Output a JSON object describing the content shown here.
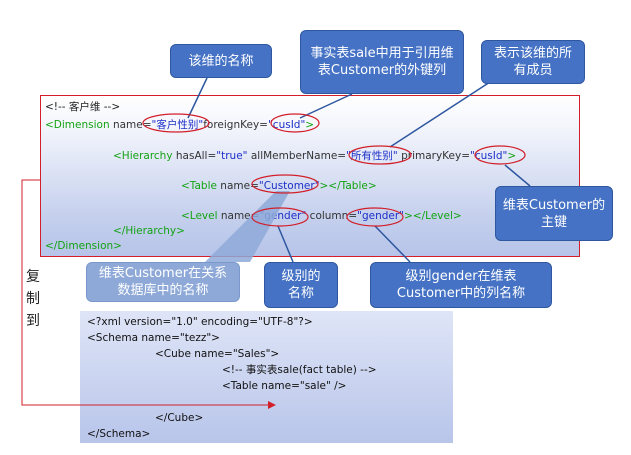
{
  "xml_top": {
    "comment": "<!-- 客户维 -->",
    "dim_tag": "<Dimension",
    "dim_name_attr": " name=",
    "dim_name_val": "\"客户性别\"",
    "dim_fk_attr": "foreignKey=",
    "dim_fk_val": "\"cusId\"",
    "dim_close": ">",
    "hier_tag": "<Hierarchy",
    "hier_hasall_attr": " hasAll=",
    "hier_hasall_val": "\"true\"",
    "hier_amn_attr": " allMemberName=",
    "hier_amn_val": "\"所有性别\"",
    "hier_pk_attr": " primaryKey=",
    "hier_pk_val": "\"cusId\"",
    "hier_close": ">",
    "table_tag": "<Table",
    "table_name_attr": " name=",
    "table_name_val": "\"Customer\"",
    "table_close": "></Table>",
    "level_tag": "<Level",
    "level_name_attr": " name=",
    "level_name_val": "\"gender\"",
    "level_col_attr": " column=",
    "level_col_val": "\"gender\"",
    "level_close": "></Level>",
    "hier_end": "</Hierarchy>",
    "dim_end": "</Dimension>"
  },
  "schema": {
    "line1": "<?xml version=\"1.0\" encoding=\"UTF-8\"?>",
    "line2": "<Schema name=\"tezz\">",
    "line3": "<Cube name=\"Sales\">",
    "line4": "<!-- 事实表sale(fact table) -->",
    "line5": "<Table name=\"sale\" />",
    "line6": "</Cube>",
    "line7": "</Schema>"
  },
  "callouts": {
    "dim_name": "该维的名称",
    "fact_fk": "事实表sale中用于引用维表Customer的外键列",
    "all_members": "表示该维的所有成员",
    "pk": "维表Customer的主键",
    "table_name": "维表Customer在关系数据库中的名称",
    "level_name": "级别的名称",
    "column_name": "级别gender在维表Customer中的列名称"
  },
  "side_label": [
    "复",
    "制",
    "到"
  ],
  "colors": {
    "callout": "#4572c4",
    "callout_light": "#8ea9d8",
    "ellipse": "#d21f2a",
    "tag": "#13a313",
    "value": "#1d2fc7"
  }
}
